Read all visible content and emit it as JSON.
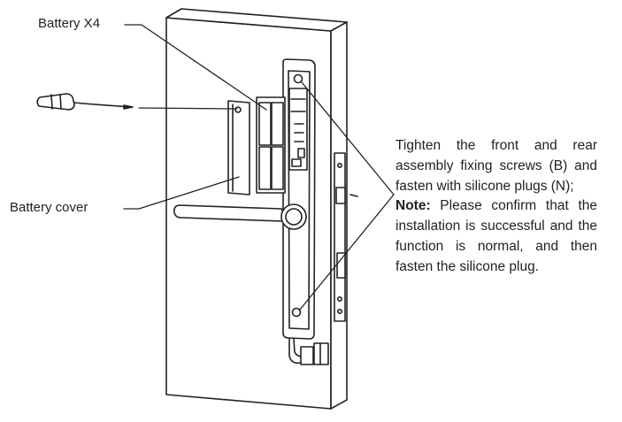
{
  "labels": {
    "battery": "Battery X4",
    "battery_cover": "Battery cover"
  },
  "instructions": {
    "main_text": "Tighten the front and rear assembly fixing screws (B) and fasten with silicone plugs (N);",
    "note_label": "Note:",
    "note_text": " Please confirm that the installation is successful and the function is normal, and then fasten the silicone plug."
  },
  "colors": {
    "line": "#222222",
    "background": "#ffffff"
  }
}
